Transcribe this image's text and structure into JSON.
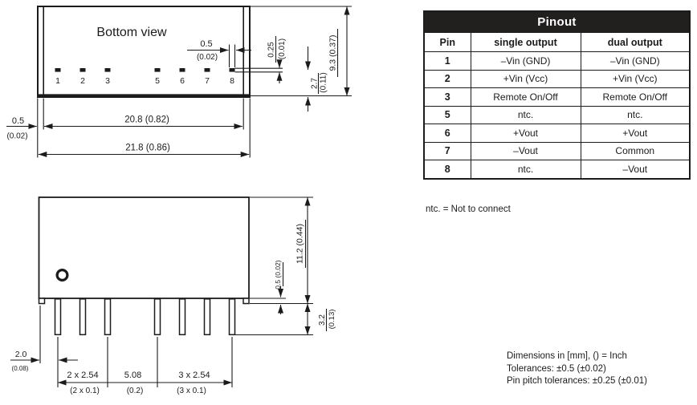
{
  "bottom_view": {
    "title": "Bottom view",
    "pins": [
      "1",
      "2",
      "3",
      "5",
      "6",
      "7",
      "8"
    ],
    "dims": {
      "pin_inset_mm": "0.5",
      "pin_inset_in": "(0.02)",
      "pin_w_mm": "0.25",
      "pin_w_in": "(0.01)",
      "body_h": "9.3 (0.37)",
      "pin_edge_mm": "2.7",
      "pin_edge_in": "(0.11)",
      "wall_mm": "0.5",
      "wall_in": "(0.02)",
      "inner_w": "20.8 (0.82)",
      "outer_w": "21.8 (0.86)"
    }
  },
  "side_view": {
    "dims": {
      "body_h": "11.2 (0.44)",
      "standoff": "0.5 (0.02)",
      "pin_len_mm": "3.2",
      "pin_len_in": "(0.13)",
      "pin_offset_mm": "2.0",
      "pin_offset_in": "(0.08)",
      "pitch_a_mm": "2 x 2.54",
      "pitch_a_in": "(2 x 0.1)",
      "pitch_b_mm": "5.08",
      "pitch_b_in": "(0.2)",
      "pitch_c_mm": "3 x 2.54",
      "pitch_c_in": "(3 x 0.1)"
    }
  },
  "pinout": {
    "title": "Pinout",
    "columns": {
      "pin": "Pin",
      "single": "single output",
      "dual": "dual output"
    },
    "rows": [
      {
        "pin": "1",
        "single": "–Vin (GND)",
        "dual": "–Vin (GND)"
      },
      {
        "pin": "2",
        "single": "+Vin (Vcc)",
        "dual": "+Vin (Vcc)"
      },
      {
        "pin": "3",
        "single": "Remote On/Off",
        "dual": "Remote On/Off"
      },
      {
        "pin": "5",
        "single": "ntc.",
        "dual": "ntc."
      },
      {
        "pin": "6",
        "single": "+Vout",
        "dual": "+Vout"
      },
      {
        "pin": "7",
        "single": "–Vout",
        "dual": "Common"
      },
      {
        "pin": "8",
        "single": "ntc.",
        "dual": "–Vout"
      }
    ],
    "note": "ntc. = Not to connect"
  },
  "footer": {
    "line1": "Dimensions in [mm], () = Inch",
    "line2": "Tolerances: ±0.5 (±0.02)",
    "line3": "Pin pitch tolerances: ±0.25 (±0.01)"
  },
  "colors": {
    "ink": "#1b1b1b",
    "header_bg": "#221f1f",
    "header_fg": "#ffffff",
    "bg": "#ffffff"
  }
}
